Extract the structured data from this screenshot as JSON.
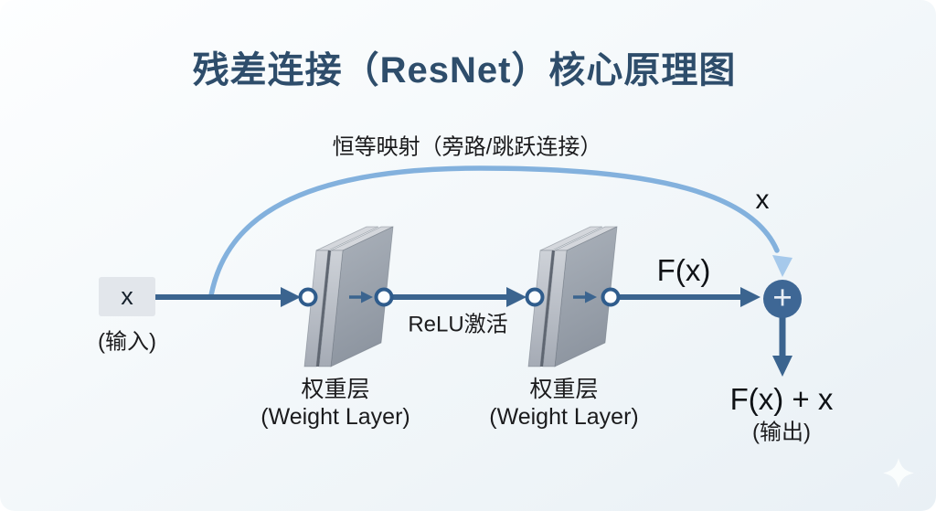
{
  "title": "残差连接（ResNet）核心原理图",
  "skip_connection": {
    "label": "恒等映射（旁路/跳跃连接）",
    "identity_label": "x"
  },
  "input": {
    "value": "x",
    "caption": "(输入)"
  },
  "layers": [
    {
      "name": "权重层",
      "subtitle": "(Weight Layer)"
    },
    {
      "name": "权重层",
      "subtitle": "(Weight Layer)"
    }
  ],
  "relu": {
    "label": "ReLU激活"
  },
  "fx": {
    "label": "F(x)"
  },
  "addition": {
    "symbol": "+"
  },
  "output": {
    "value": "F(x) + x",
    "caption": "(输出)"
  },
  "colors": {
    "title_blue": "#2e4d6b",
    "arrow_blue": "#3b648f",
    "skip_curve_blue": "#83b1dd",
    "skip_arrowhead_blue": "#a6c9eb",
    "addition_node_blue": "#3e6795",
    "connector_ring_blue": "#2f5c8c",
    "slab_gray": "#9aa2ac",
    "input_box_gray": "#e2e6eb",
    "background": "#f2f7fa"
  }
}
